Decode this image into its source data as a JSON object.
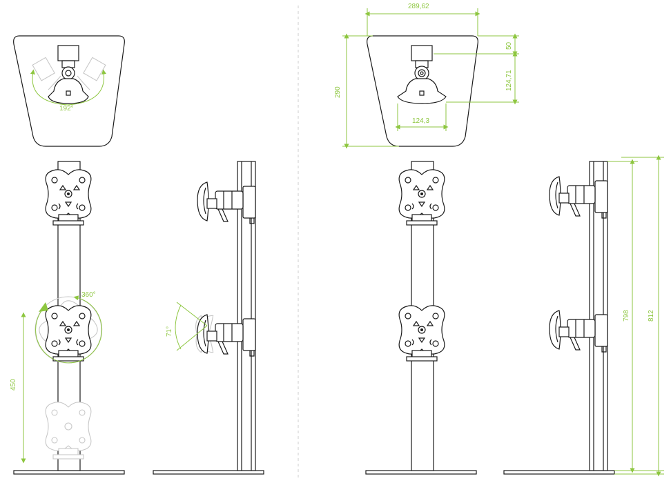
{
  "dimensions": {
    "rotation_angle": "192°",
    "spin_angle": "360°",
    "tilt_angle": "71°",
    "height_adjust": "450",
    "top_width": "289,62",
    "top_depth": "290",
    "top_offset": "50",
    "top_arm_depth": "124,71",
    "base_width": "124,3",
    "pole_height": "798",
    "total_height": "812"
  },
  "colors": {
    "line": "#1a1a1a",
    "dimension": "#8dc63f",
    "ghost": "#c8c8c8"
  }
}
